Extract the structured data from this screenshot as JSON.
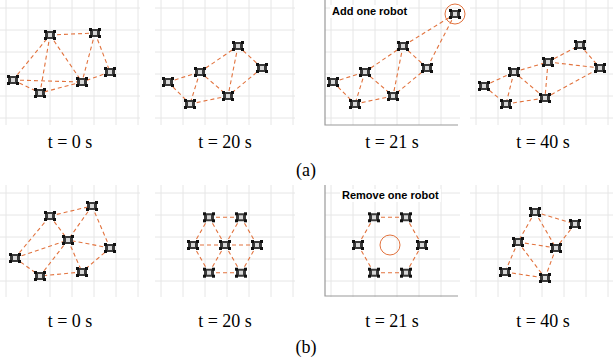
{
  "diagram": {
    "labels": [
      "Add one robot",
      "t = 0 s",
      "t = 20 s",
      "t = 21 s",
      "t = 40 s",
      "(a)",
      "Remove one robot",
      "t = 0 s",
      "t = 20 s",
      "t = 21 s",
      "t = 40 s",
      "(b)"
    ]
  }
}
